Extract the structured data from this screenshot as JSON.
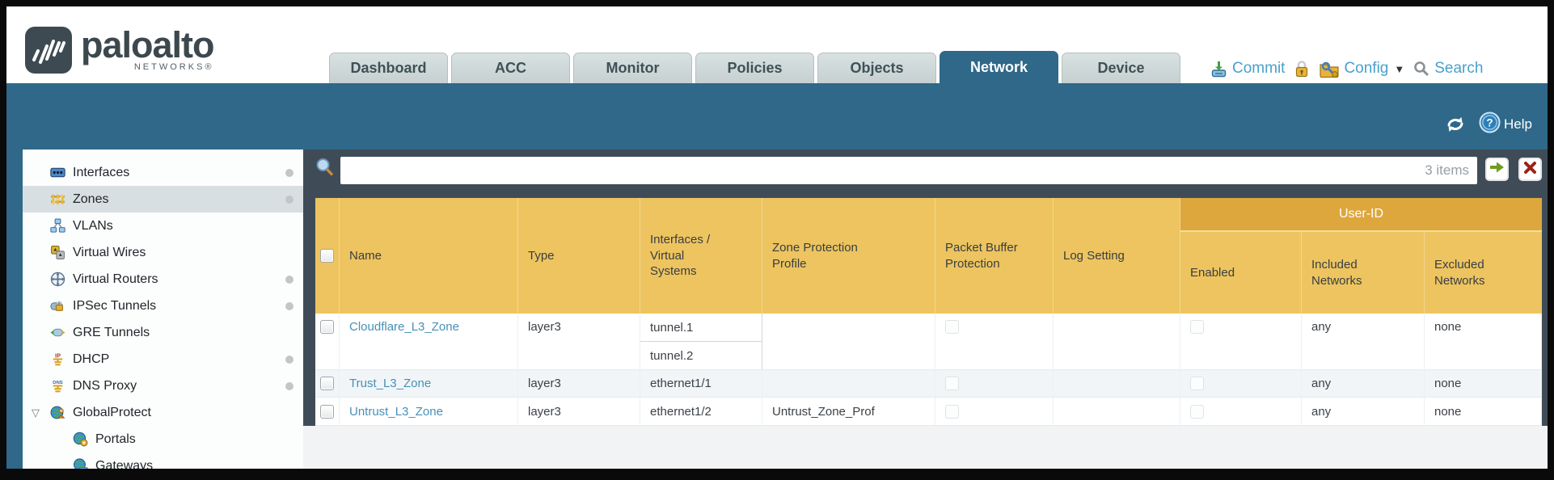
{
  "brand": {
    "wordmark": "paloalto",
    "subtext": "NETWORKS®"
  },
  "nav": {
    "tabs": [
      {
        "label": "Dashboard",
        "active": false
      },
      {
        "label": "ACC",
        "active": false
      },
      {
        "label": "Monitor",
        "active": false
      },
      {
        "label": "Policies",
        "active": false
      },
      {
        "label": "Objects",
        "active": false
      },
      {
        "label": "Network",
        "active": true
      },
      {
        "label": "Device",
        "active": false
      }
    ],
    "commit_label": "Commit",
    "config_label": "Config",
    "search_label": "Search"
  },
  "toolbar": {
    "help_label": "Help"
  },
  "sidebar": {
    "items": [
      {
        "label": "Interfaces",
        "icon": "interfaces-icon",
        "dot": true
      },
      {
        "label": "Zones",
        "icon": "zones-icon",
        "dot": true,
        "selected": true
      },
      {
        "label": "VLANs",
        "icon": "vlans-icon"
      },
      {
        "label": "Virtual Wires",
        "icon": "virtual-wires-icon"
      },
      {
        "label": "Virtual Routers",
        "icon": "virtual-routers-icon",
        "dot": true
      },
      {
        "label": "IPSec Tunnels",
        "icon": "ipsec-tunnels-icon",
        "dot": true
      },
      {
        "label": "GRE Tunnels",
        "icon": "gre-tunnels-icon"
      },
      {
        "label": "DHCP",
        "icon": "dhcp-icon",
        "dot": true
      },
      {
        "label": "DNS Proxy",
        "icon": "dns-proxy-icon",
        "dot": true
      },
      {
        "label": "GlobalProtect",
        "icon": "globalprotect-icon",
        "expanded": true
      },
      {
        "label": "Portals",
        "icon": "portals-icon",
        "child": true
      },
      {
        "label": "Gateways",
        "icon": "gateways-icon",
        "child": true
      }
    ]
  },
  "filter": {
    "value": "",
    "items_count": "3 items"
  },
  "table": {
    "group_header": "User-ID",
    "columns": [
      "Name",
      "Type",
      "Interfaces / Virtual Systems",
      "Zone Protection Profile",
      "Packet Buffer Protection",
      "Log Setting",
      "Enabled",
      "Included Networks",
      "Excluded Networks"
    ],
    "rows": [
      {
        "name": "Cloudflare_L3_Zone",
        "type": "layer3",
        "interfaces": [
          "tunnel.1",
          "tunnel.2"
        ],
        "zone_protection_profile": "",
        "packet_buffer_protection_checked": false,
        "log_setting": "",
        "user_id_enabled_checked": false,
        "included_networks": "any",
        "excluded_networks": "none"
      },
      {
        "name": "Trust_L3_Zone",
        "type": "layer3",
        "interfaces": [
          "ethernet1/1"
        ],
        "zone_protection_profile": "",
        "packet_buffer_protection_checked": false,
        "log_setting": "",
        "user_id_enabled_checked": false,
        "included_networks": "any",
        "excluded_networks": "none"
      },
      {
        "name": "Untrust_L3_Zone",
        "type": "layer3",
        "interfaces": [
          "ethernet1/2"
        ],
        "zone_protection_profile": "Untrust_Zone_Prof",
        "packet_buffer_protection_checked": false,
        "log_setting": "",
        "user_id_enabled_checked": false,
        "included_networks": "any",
        "excluded_networks": "none"
      }
    ]
  },
  "colors": {
    "teal_band": "#2f6888",
    "active_tab": "#2f6888",
    "header_orange": "#edc45f",
    "group_band_orange": "#dda73d",
    "link_blue": "#4691b6",
    "action_blue": "#4aa0cc",
    "dark_bar": "#3f4c58",
    "selected_sidebar": "#d7dfe3"
  }
}
